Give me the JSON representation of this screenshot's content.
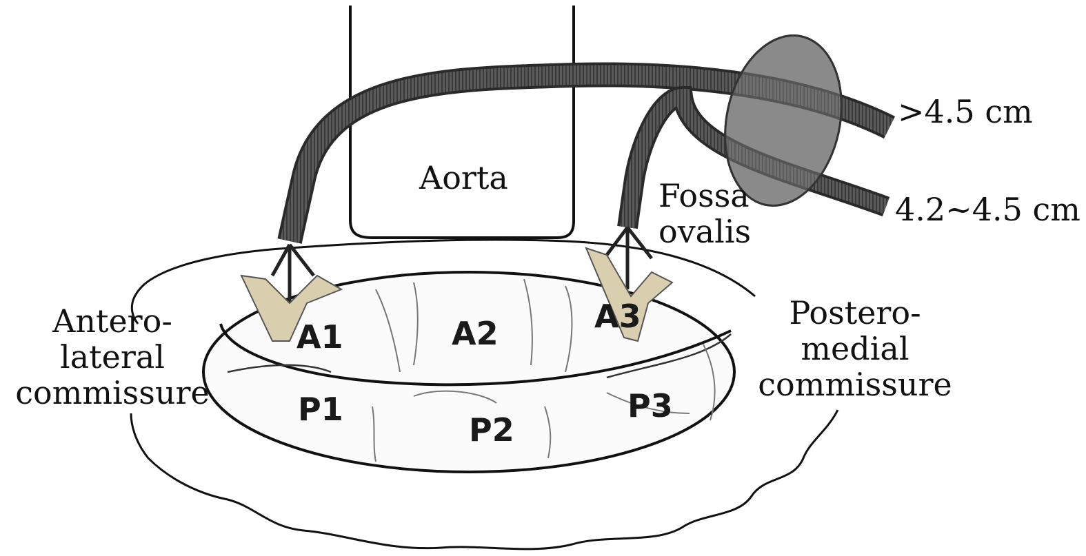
{
  "labels": {
    "aorta": "Aorta",
    "fossa_ovalis": [
      "Fossa",
      "ovalis"
    ],
    "anterolateral_commissure": [
      "Antero-",
      "lateral",
      "commissure"
    ],
    "posteromedial_commissure": [
      "Postero-",
      "medial",
      "commissure"
    ],
    "distance_upper": ">4.5 cm",
    "distance_lower": "4.2~4.5 cm"
  },
  "leaflet_segments": {
    "anterior": [
      "A1",
      "A2",
      "A3"
    ],
    "posterior": [
      "P1",
      "P2",
      "P3"
    ]
  },
  "colors": {
    "outline": "#111111",
    "catheter": "#4a4a4a",
    "septum_disc": "#8a8a8a",
    "clip": "#d9cfae"
  }
}
